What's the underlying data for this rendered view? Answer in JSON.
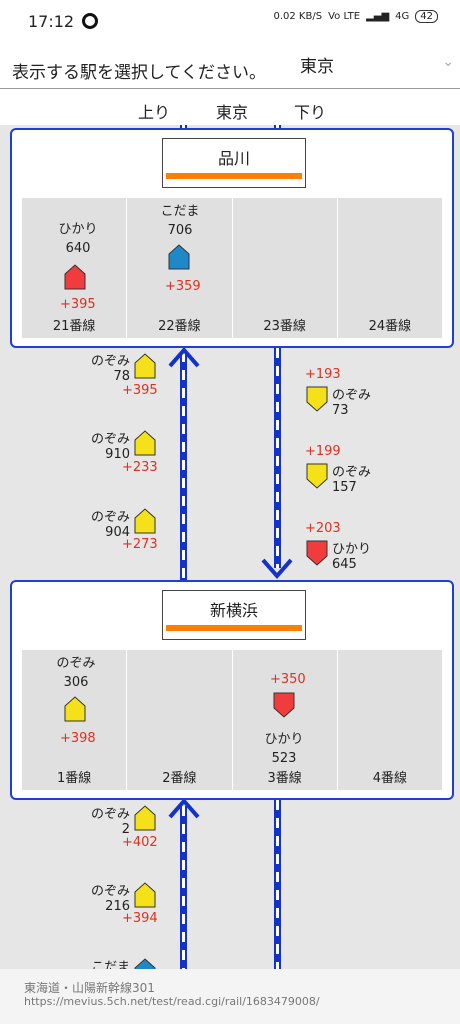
{
  "status": {
    "time": "17:12",
    "speed": "0.02 KB/S",
    "vo": "Vo LTE",
    "network": "4G",
    "battery": "42"
  },
  "selector": {
    "prompt": "表示する駅を選択してください。",
    "value": "東京"
  },
  "direction": {
    "up": "上り",
    "current": "東京",
    "down": "下り"
  },
  "stations": [
    {
      "name": "品川",
      "platforms": [
        "21番線",
        "22番線",
        "23番線",
        "24番線"
      ],
      "trains": [
        {
          "name": "ひかり",
          "number": "640",
          "delay": "+395"
        },
        {
          "name": "こだま",
          "number": "706",
          "delay": "+359"
        }
      ]
    },
    {
      "name": "新横浜",
      "platforms": [
        "1番線",
        "2番線",
        "3番線",
        "4番線"
      ],
      "trains": [
        {
          "name": "のぞみ",
          "number": "306",
          "delay": "+398"
        },
        {
          "name": "ひかり",
          "number": "523",
          "delay": "+350"
        }
      ]
    }
  ],
  "between1": {
    "up": [
      {
        "name": "のぞみ",
        "number": "78",
        "delay": "+395"
      },
      {
        "name": "のぞみ",
        "number": "910",
        "delay": "+233"
      },
      {
        "name": "のぞみ",
        "number": "904",
        "delay": "+273"
      }
    ],
    "down": [
      {
        "name": "のぞみ",
        "number": "73",
        "delay": "+193"
      },
      {
        "name": "のぞみ",
        "number": "157",
        "delay": "+199"
      },
      {
        "name": "ひかり",
        "number": "645",
        "delay": "+203"
      }
    ]
  },
  "between2": {
    "up": [
      {
        "name": "のぞみ",
        "number": "2",
        "delay": "+402"
      },
      {
        "name": "のぞみ",
        "number": "216",
        "delay": "+394"
      },
      {
        "name": "こだま",
        "number": "",
        "delay": ""
      }
    ]
  },
  "colors": {
    "nozomi": "#f5e11a",
    "hikari": "#f03c3c",
    "kodama": "#1e88c8",
    "track": "#1432c8"
  },
  "footer": {
    "line1": "東海道・山陽新幹線301",
    "line2": "https://mevius.5ch.net/test/read.cgi/rail/1683479008/"
  }
}
